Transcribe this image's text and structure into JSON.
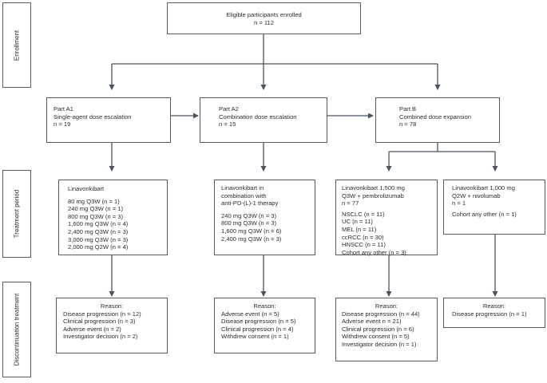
{
  "stages": [
    "Enrollment",
    "Treatment period",
    "Discontinuation treatment"
  ],
  "enrolled": {
    "title": "Eligible participants enrolled",
    "n": "n = 112"
  },
  "parts": [
    {
      "name": "Part A1",
      "desc": "Single-agent dose escalation",
      "n": "n = 19"
    },
    {
      "name": "Part A2",
      "desc": "Combination dose escalation",
      "n": "n = 15"
    },
    {
      "name": "Part B",
      "desc": "Combined dose expansion",
      "n": "n = 78"
    }
  ],
  "treatments": [
    {
      "header": [
        "Linavonkibart"
      ],
      "lines": [
        "80 mg Q3W (n = 1)",
        "240 mg Q3W (n = 1)",
        "800 mg Q3W (n = 3)",
        "1,600 mg Q3W (n = 4)",
        "2,400 mg Q3W (n = 3)",
        "3,000 mg Q3W (n = 3)",
        "2,000 mg Q2W (n = 4)"
      ]
    },
    {
      "header": [
        "Linavonkibart in",
        "combination with",
        "anti-PD-(L)-1 therapy"
      ],
      "lines": [
        "240 mg Q3W (n = 3)",
        "800 mg Q3W (n = 3)",
        "1,600 mg Q3W (n = 6)",
        "2,400 mg Q3W (n = 3)"
      ]
    },
    {
      "header": [
        "Linavonkibart 1,500 mg",
        "Q3W + pembrolizumab",
        "n = 77"
      ],
      "lines": [
        "NSCLC (n = 11)",
        "UC (n = 11)",
        "MEL (n = 11)",
        "ccRCC (n = 30)",
        "HNSCC (n = 11)",
        "Cohort any other (n = 3)"
      ]
    },
    {
      "header": [
        "Linavonkibart 1,000 mg",
        "Q2W + nivolumab",
        "n = 1"
      ],
      "lines": [
        "Cohort any other (n = 1)"
      ]
    }
  ],
  "discontinuations": [
    {
      "title": "Reason:",
      "lines": [
        "Disease progression (n = 12)",
        "Clinical progression (n = 3)",
        "Adverse event (n = 2)",
        "Investigator decision (n = 2)"
      ]
    },
    {
      "title": "Reason:",
      "lines": [
        "Adverse event (n = 5)",
        "Disease progression (n = 5)",
        "Clinical progression (n = 4)",
        "Withdrew consent (n = 1)"
      ]
    },
    {
      "title": "Reason:",
      "lines": [
        "Disease progression (n = 44)",
        "Adverse event  n = 21)",
        "Clinical progression (n = 6)",
        "Withdrew consent (n = 5)",
        "Investigator decision (n = 1)"
      ]
    },
    {
      "title": "Reason:",
      "lines": [
        "Disease progression (n = 1)"
      ]
    }
  ]
}
